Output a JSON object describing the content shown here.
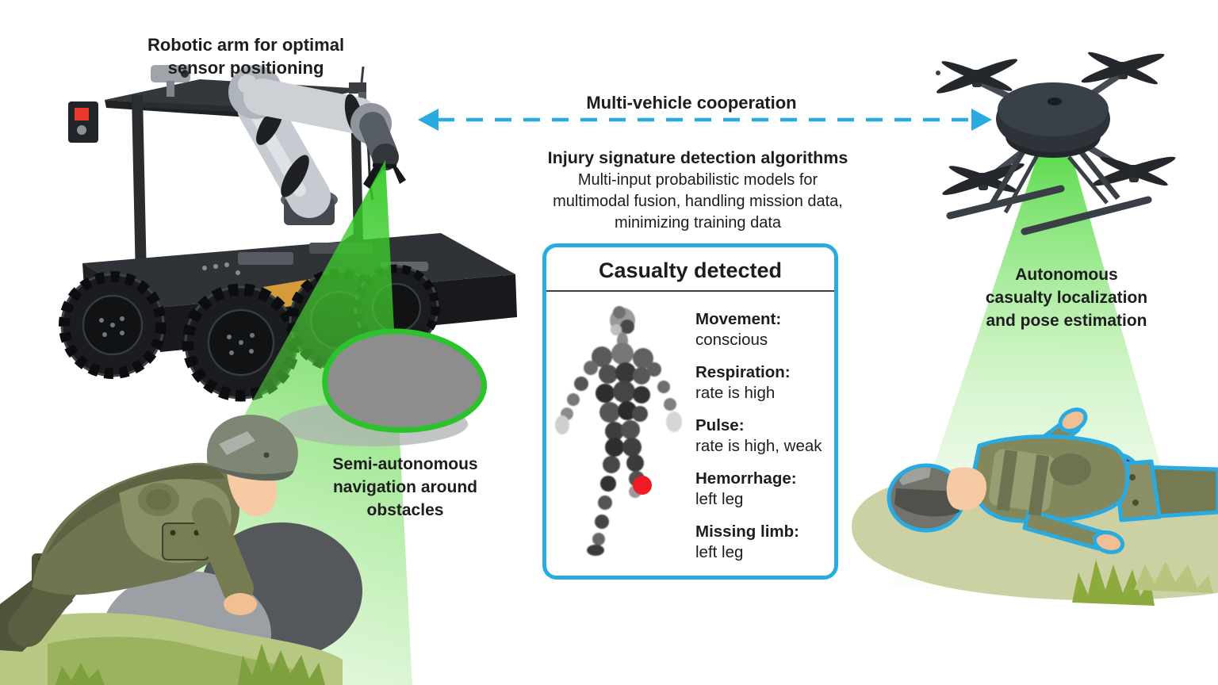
{
  "colors": {
    "accent_blue": "#29ABE2",
    "beam_green": "#3CCB2D",
    "obstacle_green": "#2CC22C",
    "alert_red": "#ED1C24",
    "text_dark": "#1D1D1D"
  },
  "labels": {
    "ugv_lines": [
      "Robotic arm for optimal",
      "sensor positioning"
    ],
    "cooperation": "Multi-vehicle cooperation",
    "algorithms_title": "Injury signature detection algorithms",
    "algorithms_sub_lines": [
      "Multi-input probabilistic models for",
      "multimodal fusion, handling mission data,",
      "minimizing training data"
    ],
    "uav_lines": [
      "Autonomous",
      "casualty localization",
      "and pose estimation"
    ],
    "navigation_lines": [
      "Semi-autonomous",
      "navigation around",
      "obstacles"
    ]
  },
  "panel": {
    "title": "Casualty detected",
    "vitals": [
      {
        "label": "Movement:",
        "value": "conscious"
      },
      {
        "label": "Respiration:",
        "value": "rate is high"
      },
      {
        "label": "Pulse:",
        "value": "rate is high, weak"
      },
      {
        "label": "Hemorrhage:",
        "value": "left leg"
      },
      {
        "label": "Missing limb:",
        "value": "left leg"
      }
    ]
  },
  "illustrations": {
    "ugv": "ground-robot-with-robotic-arm",
    "uav": "quadcopter-drone",
    "sensor_beams": "green-scanning-cones",
    "obstacle": "rock-outlined-green",
    "rescuer": "crouching-soldier",
    "casualty": "soldier-lying-outlined-blue-with-hemorrhage",
    "scan_figure": "grayscale-point-cloud-human-with-red-dot"
  }
}
